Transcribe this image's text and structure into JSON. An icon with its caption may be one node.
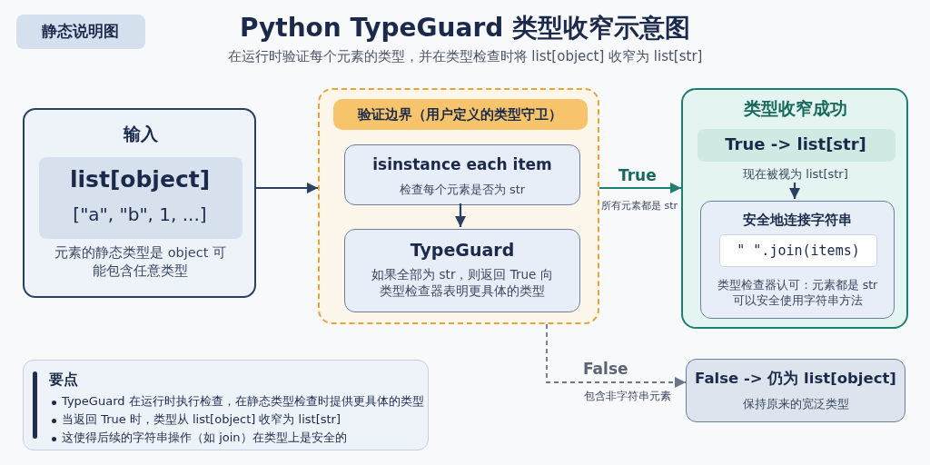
{
  "diagram": {
    "title": "Python TypeGuard 类型收窄示意图",
    "nodes": [
      {
        "text": [
          "静态说明图"
        ]
      },
      {
        "text": [
          "输入",
          "元素的静态类型是 object 可能包含任意类型"
        ]
      },
      {
        "text": [
          "list[object]",
          "[\"a\", \"b\", 1, ...]"
        ],
        "in": 1
      },
      {
        "text": [],
        "shape": "box"
      },
      {
        "text": [
          "验证边界（用户定义的类型守卫）"
        ],
        "in": 3
      },
      {
        "text": [
          "isinstance each item",
          "检查每个元素是否为 str"
        ],
        "in": 3
      },
      {
        "text": [
          "TypeGuard",
          "如果全部为 str，则返回 True 向类型检查器表明更具体的类型"
        ],
        "in": 3
      },
      {
        "text": [
          "类型收窄成功"
        ]
      },
      {
        "text": [
          "True -> list[str]"
        ],
        "in": 7
      },
      {
        "text": [
          "现在被视为 list[str]"
        ],
        "in": 7
      },
      {
        "text": [
          "安全地连接字符串",
          "类型检查器认可：元素都是 str 可以安全使用字符串方法"
        ],
        "in": 7
      },
      {
        "text": [
          "\" \".join(items)"
        ],
        "in": 10
      },
      {
        "text": [
          "False -> 仍为 list[object]",
          "保持原来的宽泛类型"
        ]
      },
      {
        "text": [
          "要点",
          "TypeGuard 在运行时执行检查，在静态类型检查时提供更具体的类型",
          "当返回 True 时，类型从 list[object] 收窄为 list[str]",
          "这使得后续的字符串操作（如 join）在类型上是安全的"
        ]
      }
    ],
    "edges": [
      {
        "from": 1,
        "to": 3,
        "arrow": "to"
      },
      {
        "from": 5,
        "to": 6,
        "arrow": "to"
      },
      {
        "from": 3,
        "to": 7,
        "arrow": "to",
        "label": "True",
        "color": "#1e7f6e"
      },
      {
        "from": 9,
        "to": 10,
        "arrow": "to"
      },
      {
        "from": 3,
        "to": 12,
        "arrow": "to",
        "label": "False",
        "style": "dashed",
        "color": "#6b7585"
      }
    ],
    "labels": [
      "在运行时验证每个元素的类型，并在类型检查时将 list[object] 收窄为 list[str]",
      "所有元素都是 str",
      "包含非字符串元素"
    ]
  }
}
